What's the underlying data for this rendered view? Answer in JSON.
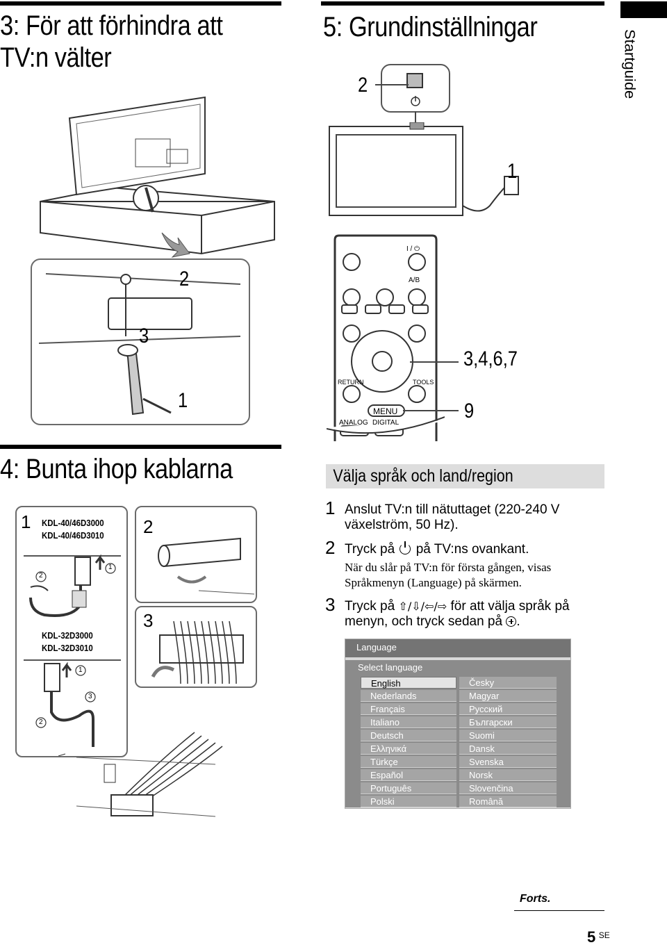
{
  "sections": {
    "s3_title": "3: För att förhindra att TV:n välter",
    "s3_line1": "3: För att förhindra att",
    "s3_line2": "TV:n välter",
    "s5_title": "5: Grundinställningar",
    "s4_title": "4: Bunta ihop kablarna"
  },
  "side_tab": {
    "label": "Startguide"
  },
  "fig_s3": {
    "callout_2": "2",
    "callout_3": "3",
    "callout_1": "1"
  },
  "fig_s5": {
    "callout_2": "2",
    "callout_1": "1",
    "callout_3467": "3,4,6,7",
    "callout_9": "9",
    "remote_labels": {
      "power": "I / ⏻",
      "ab": "A/B",
      "return": "RETURN",
      "tools": "TOOLS",
      "menu": "MENU",
      "analog": "ANALOG",
      "digital": "DIGITAL"
    }
  },
  "fig_s4": {
    "models_top_1": "KDL-40/46D3000",
    "models_top_2": "KDL-40/46D3010",
    "models_bottom_1": "KDL-32D3000",
    "models_bottom_2": "KDL-32D3010",
    "step_1": "1",
    "step_2": "2",
    "step_3": "3",
    "circ_1": "1",
    "circ_2": "2",
    "circ_3": "3"
  },
  "subsection": {
    "title": "Välja språk och land/region"
  },
  "steps": [
    {
      "num": "1",
      "text": "Anslut TV:n till nätuttaget (220-240 V växelström, 50 Hz).",
      "line1": "Anslut TV:n till nätuttaget (220-240 V",
      "line2": "växelström, 50 Hz)."
    },
    {
      "num": "2",
      "text_before": "Tryck på",
      "text_after": "på TV:ns ovankant.",
      "note_line1": "När du slår på TV:n för första gången, visas",
      "note_line2": "Språkmenyn (Language) på skärmen."
    },
    {
      "num": "3",
      "text_before": "Tryck på",
      "arrows": "⇧/⇩/⇦/⇨",
      "text_mid": "för att välja språk på",
      "line2_before": "menyn, och tryck sedan på",
      "line2_after": "."
    }
  ],
  "language_menu": {
    "header": "Language",
    "subheader": "Select language",
    "left": [
      "English",
      "Nederlands",
      "Français",
      "Italiano",
      "Deutsch",
      "Ελληνικά",
      "Türkçe",
      "Español",
      "Português",
      "Polski"
    ],
    "right": [
      "Česky",
      "Magyar",
      "Русский",
      "Български",
      "Suomi",
      "Dansk",
      "Svenska",
      "Norsk",
      "Slovenčina",
      "Română"
    ],
    "selected": "English"
  },
  "footer": {
    "forts": "Forts.",
    "page_num": "5",
    "page_suffix": "SE"
  }
}
